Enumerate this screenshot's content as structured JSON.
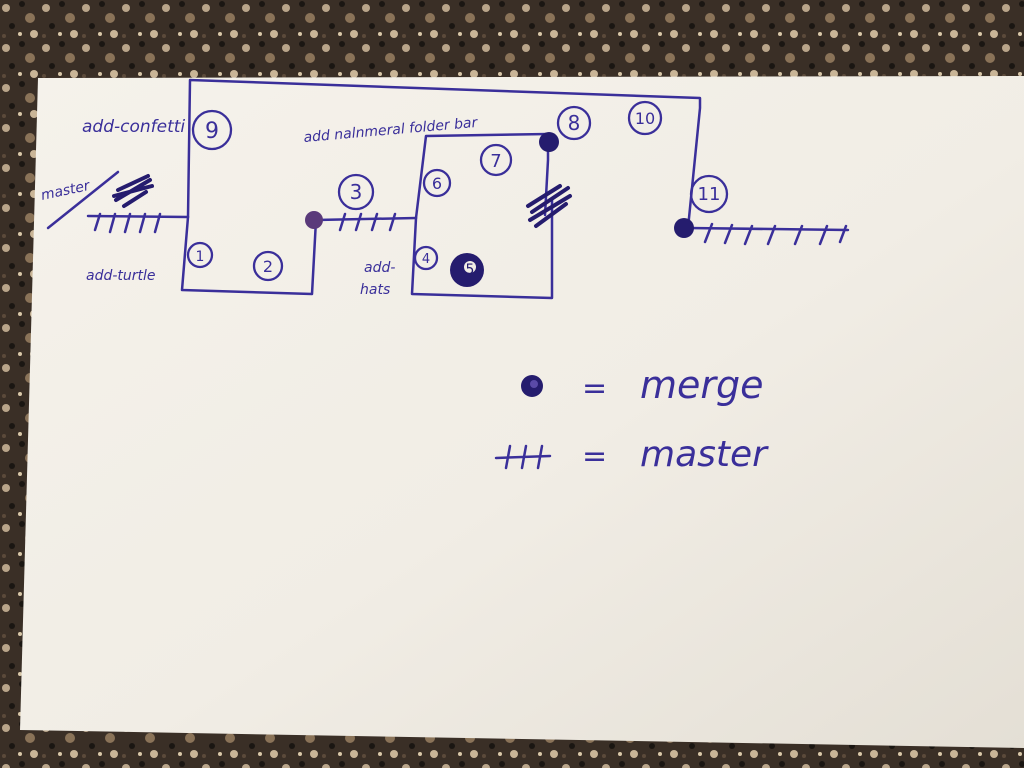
{
  "colors": {
    "ink": "#3a2f9a",
    "ink_dark": "#251c6e",
    "paper": "#f3efe7",
    "paper_shadow": "#e2ddd3",
    "counter": "#3a2f26",
    "counter_speck_light": "#b9a58a",
    "counter_speck_dark": "#1a1612"
  },
  "branch_labels": {
    "confetti": "add-confetti",
    "master": "master",
    "turtle": "add-turtle",
    "folder_bar": "add nalnmeral folder bar",
    "hats": "add-\nhats"
  },
  "commits": [
    "1",
    "2",
    "3",
    "4",
    "5",
    "6",
    "7",
    "8",
    "9",
    "10",
    "11"
  ],
  "legend": {
    "merge_label": "merge",
    "master_label": "master",
    "equals": "="
  }
}
